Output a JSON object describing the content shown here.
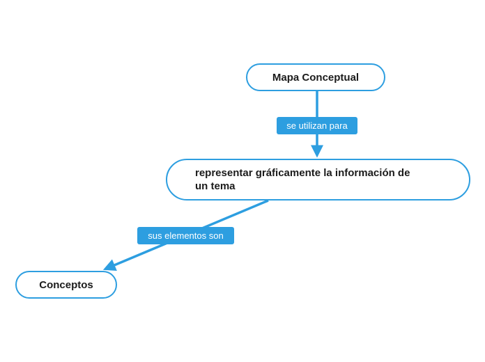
{
  "diagram": {
    "type": "concept-map",
    "nodes": [
      {
        "id": "mapa-conceptual",
        "label": "Mapa Conceptual"
      },
      {
        "id": "representar",
        "label": "representar gráficamente la información de\nun tema"
      },
      {
        "id": "conceptos",
        "label": "Conceptos"
      }
    ],
    "connectors": [
      {
        "from": "mapa-conceptual",
        "to": "representar",
        "label": "se utilizan para"
      },
      {
        "from": "representar",
        "to": "conceptos",
        "label": "sus elementos son"
      }
    ],
    "colors": {
      "accent_blue": "#2D9EE0",
      "node_background": "#ffffff",
      "node_text": "#1b1b1b",
      "label_text": "#ffffff",
      "canvas_background": "#ffffff"
    }
  }
}
